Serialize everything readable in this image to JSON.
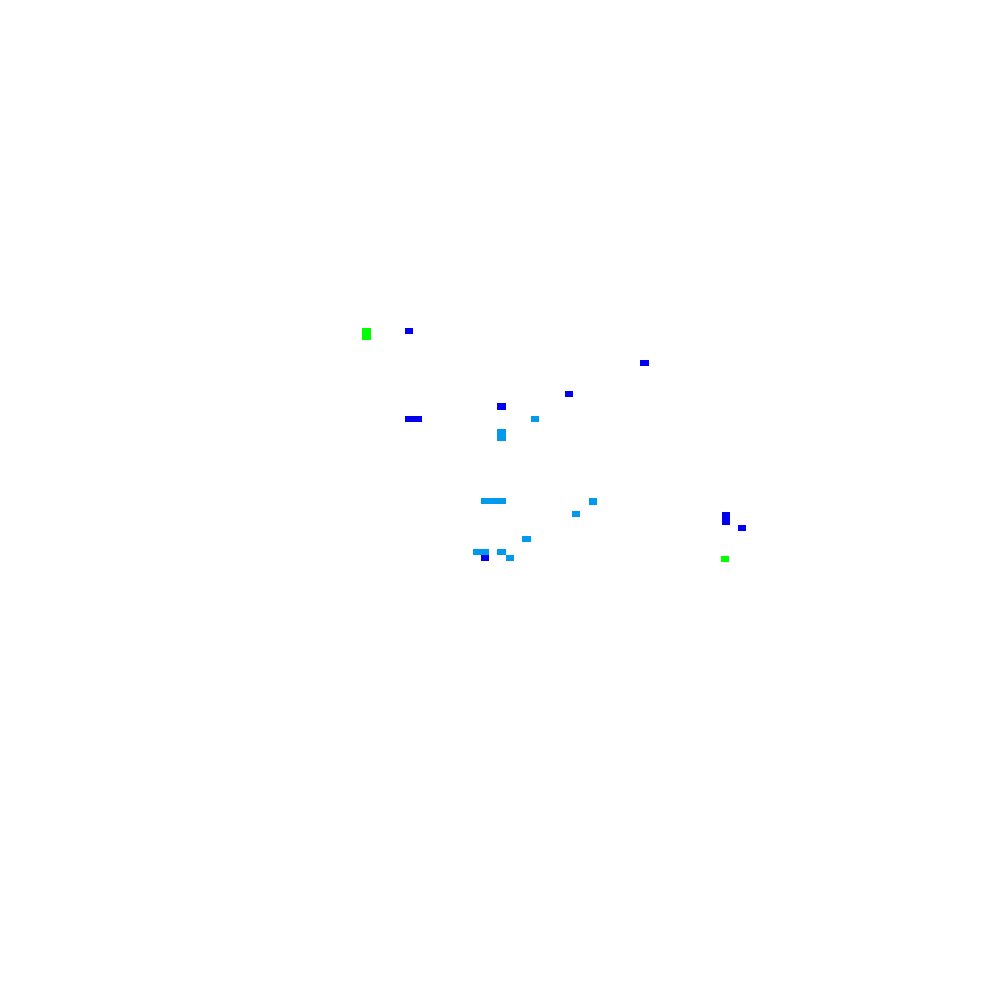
{
  "scene": {
    "background": "#ffffff",
    "marker_colors": {
      "green": "#00ff00",
      "blue": "#0000ee",
      "light_blue": "#0099ee"
    },
    "marker_groups": [
      {
        "name": "green-markers",
        "color": "green",
        "count": 2
      },
      {
        "name": "blue-markers",
        "color": "blue",
        "count": 8
      },
      {
        "name": "light-blue-markers",
        "color": "light_blue",
        "count": 10
      }
    ]
  }
}
